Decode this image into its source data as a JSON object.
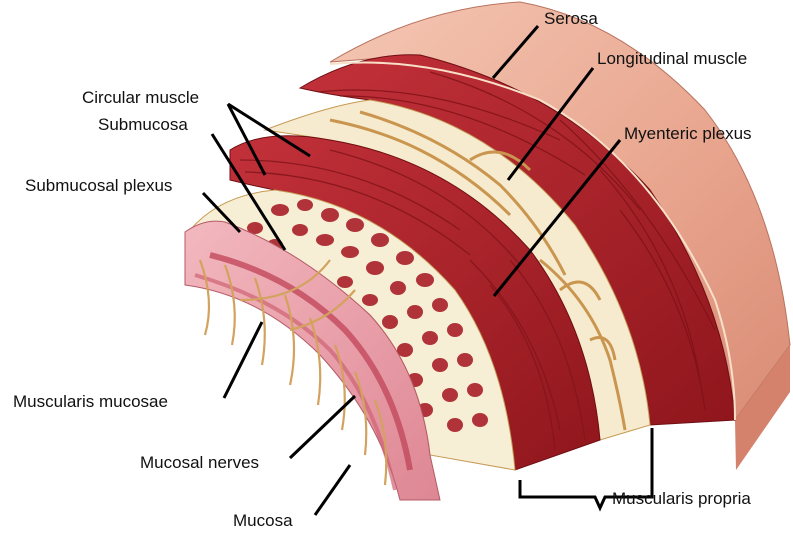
{
  "figure": {
    "colors": {
      "serosa": "#e9a58f",
      "serosa_light": "#f3c5b1",
      "muscle": "#b8252b",
      "muscle_dark": "#7d1116",
      "submucosa": "#f5ecd2",
      "plexus": "#d8b06a",
      "mucosa": "#e89aa4",
      "mucosa_dark": "#c95a6a",
      "line": "#000000"
    },
    "labels": {
      "serosa": "Serosa",
      "longitudinal_muscle": "Longitudinal muscle",
      "myenteric_plexus": "Myenteric plexus",
      "circular_muscle": "Circular muscle",
      "submucosa": "Submucosa",
      "submucosal_plexus": "Submucosal plexus",
      "muscularis_mucosae": "Muscularis mucosae",
      "mucosal_nerves": "Mucosal nerves",
      "mucosa": "Mucosa",
      "muscularis_propria": "Muscularis propria"
    }
  }
}
